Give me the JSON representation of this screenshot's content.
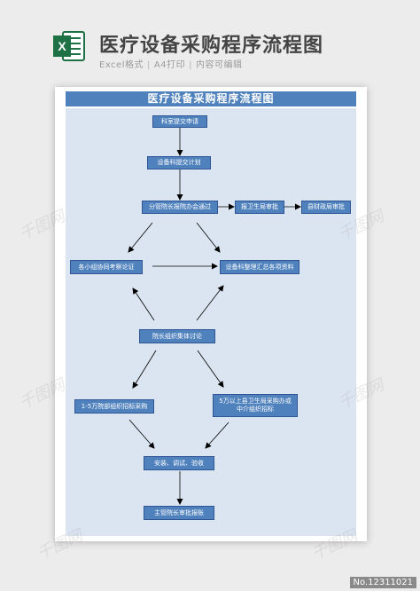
{
  "header": {
    "icon": "excel-icon",
    "icon_letter": "X",
    "title": "医疗设备采购程序流程图",
    "meta": [
      "Excel格式",
      "A4打印",
      "内容可编辑"
    ]
  },
  "diagram": {
    "title": "医疗设备采购程序流程图",
    "nodes": {
      "n1": "科室提交申请",
      "n2": "设备科提交计划",
      "n3": "分管院长报院办会通过",
      "n4": "报卫生局审批",
      "n5": "县财政局审批",
      "n6": "各小组协同考察论证",
      "n7": "设备科整理汇总各项资料",
      "n8": "院长组织集体讨论",
      "n9": "1-5万院部组织招标采购",
      "n10": "5万以上县卫生局采购办或\n中介组织招标",
      "n11": "安装、调试、验收",
      "n12": "主管院长审批报账"
    },
    "colors": {
      "node_fill": "#4f81bd",
      "canvas": "#dbe5f1",
      "arrow": "#000000"
    }
  },
  "watermark": "千图网",
  "footer_id": "No.12311021"
}
